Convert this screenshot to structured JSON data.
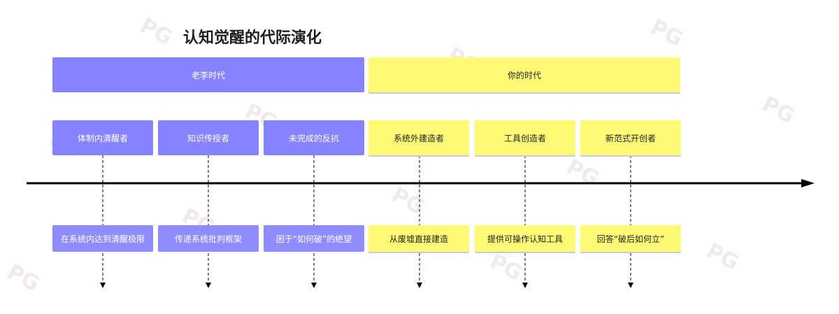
{
  "title": "认知觉醒的代际演化",
  "eras": {
    "old": "老李时代",
    "new": "你的时代"
  },
  "roles": [
    "体制内清醒者",
    "知识传授者",
    "未完成的反抗",
    "系统外建造者",
    "工具创造者",
    "新范式开创者"
  ],
  "descriptions": [
    "在系统内达到清醒极限",
    "传递系统批判框架",
    "困于“如何破”的绝望",
    "从废墟直接建造",
    "提供可操作认知工具",
    "回答“破后如何立”"
  ],
  "colors": {
    "old_era": "#8583ff",
    "new_era": "#fffa76",
    "axis": "#000000"
  }
}
